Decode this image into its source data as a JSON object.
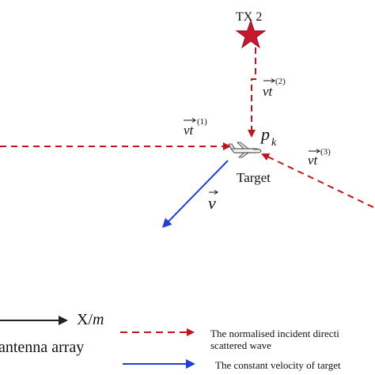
{
  "labels": {
    "tx2": "TX 2",
    "vt": "vt",
    "sup1": "(1)",
    "sup2": "(2)",
    "sup3": "(3)",
    "pk_main": "p",
    "pk_sub": "k",
    "target": "Target",
    "velocity": "v",
    "xaxis_main": "X/",
    "xaxis_unit": "m"
  },
  "legend": {
    "antenna": "antenna array",
    "incident_line1": "The normalised incident directi",
    "incident_line2": "scattered wave",
    "velocity": "The constant velocity of target"
  },
  "colors": {
    "incident": "#c0151a",
    "velocity": "#1f3fd6",
    "axis": "#222222",
    "star": "#c8182d"
  }
}
